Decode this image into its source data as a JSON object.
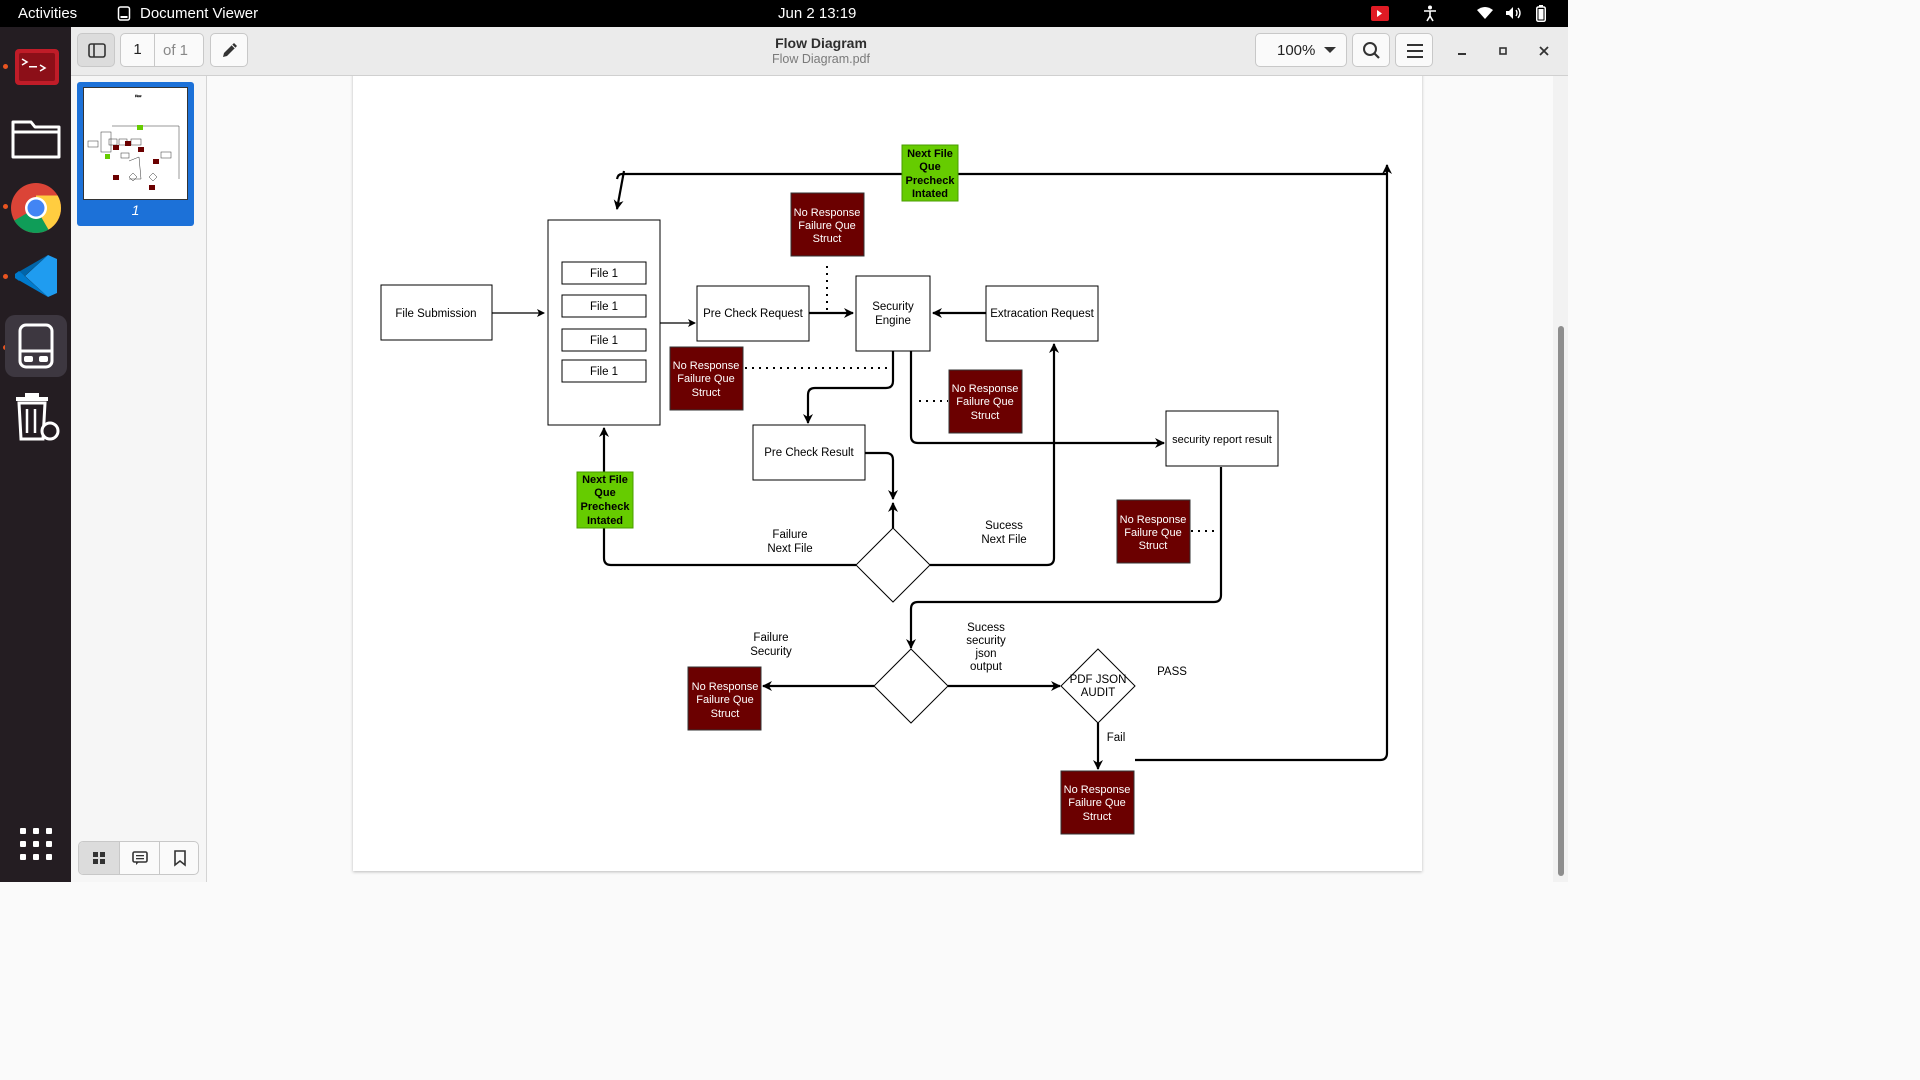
{
  "topbar": {
    "activities": "Activities",
    "app_name": "Document Viewer",
    "clock": "Jun 2  13:19"
  },
  "header": {
    "page_number": "1",
    "page_of": "of 1",
    "title": "Flow Diagram",
    "subtitle": "Flow Diagram.pdf",
    "zoom": "100%"
  },
  "sidebar": {
    "thumbnail_label": "1"
  },
  "diagram": {
    "file_submission": "File Submission",
    "file_items": [
      "File 1",
      "File 1",
      "File 1",
      "File 1"
    ],
    "pre_check_request": "Pre Check Request",
    "security_engine": [
      "Security",
      "Engine"
    ],
    "extraction_request": "Extracation Request",
    "pre_check_result": "Pre Check Result",
    "security_report_result": "security report result",
    "no_response": [
      "No Response",
      "Failure Que",
      "Struct"
    ],
    "next_file_que": [
      "Next File",
      "Que",
      "Precheck",
      "Intated"
    ],
    "failure_next_file": [
      "Failure",
      "Next File"
    ],
    "success_next_file": [
      "Sucess",
      "Next File"
    ],
    "failure_security": [
      "Failure",
      "Security"
    ],
    "success_security_json": [
      "Sucess",
      "security",
      "json",
      "output"
    ],
    "pdf_json_audit": [
      "PDF JSON",
      "AUDIT"
    ],
    "pass": "PASS",
    "fail": "Fail"
  },
  "colors": {
    "failure_box": "#6b0000",
    "next_file_box": "#66cc00",
    "dock_bg": "#241d22",
    "selected_thumb": "#1c71d8"
  }
}
